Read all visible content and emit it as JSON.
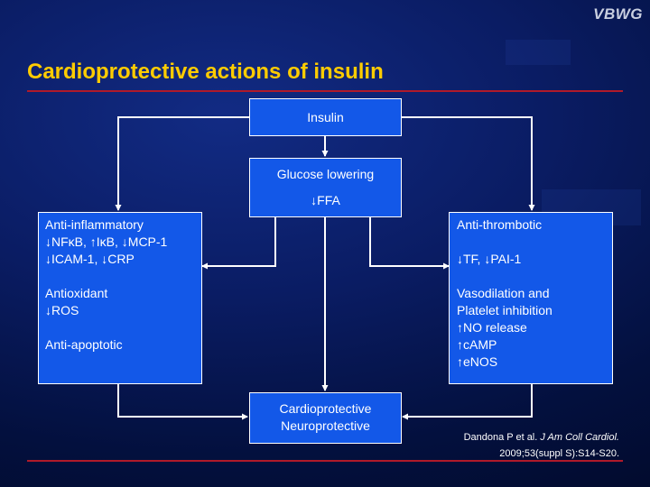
{
  "logo": "VBWG",
  "title": "Cardioprotective actions of insulin",
  "boxes": {
    "insulin": "Insulin",
    "glucose": [
      "Glucose lowering",
      "",
      "↓FFA"
    ],
    "anti_inflammatory": [
      "Anti-inflammatory",
      "↓NFκB, ↑IκB, ↓MCP-1",
      "↓ICAM-1, ↓CRP",
      "",
      "Antioxidant",
      "↓ROS",
      "",
      "Anti-apoptotic"
    ],
    "anti_thrombotic": [
      "Anti-thrombotic",
      "",
      "↓TF, ↓PAI-1",
      "",
      "Vasodilation and",
      "Platelet inhibition",
      "↑NO release",
      "↑cAMP",
      "↑eNOS"
    ],
    "cardioprotective": [
      "Cardioprotective",
      "Neuroprotective"
    ]
  },
  "reference": {
    "authors": "Dandona P et al.",
    "journal": "J Am Coll Cardiol.",
    "citation": "2009;53(suppl S):S14-S20."
  },
  "colors": {
    "title": "#ffcc00",
    "box": "#1358e8",
    "rule": "#b01a2a",
    "connector": "#ffffff"
  }
}
